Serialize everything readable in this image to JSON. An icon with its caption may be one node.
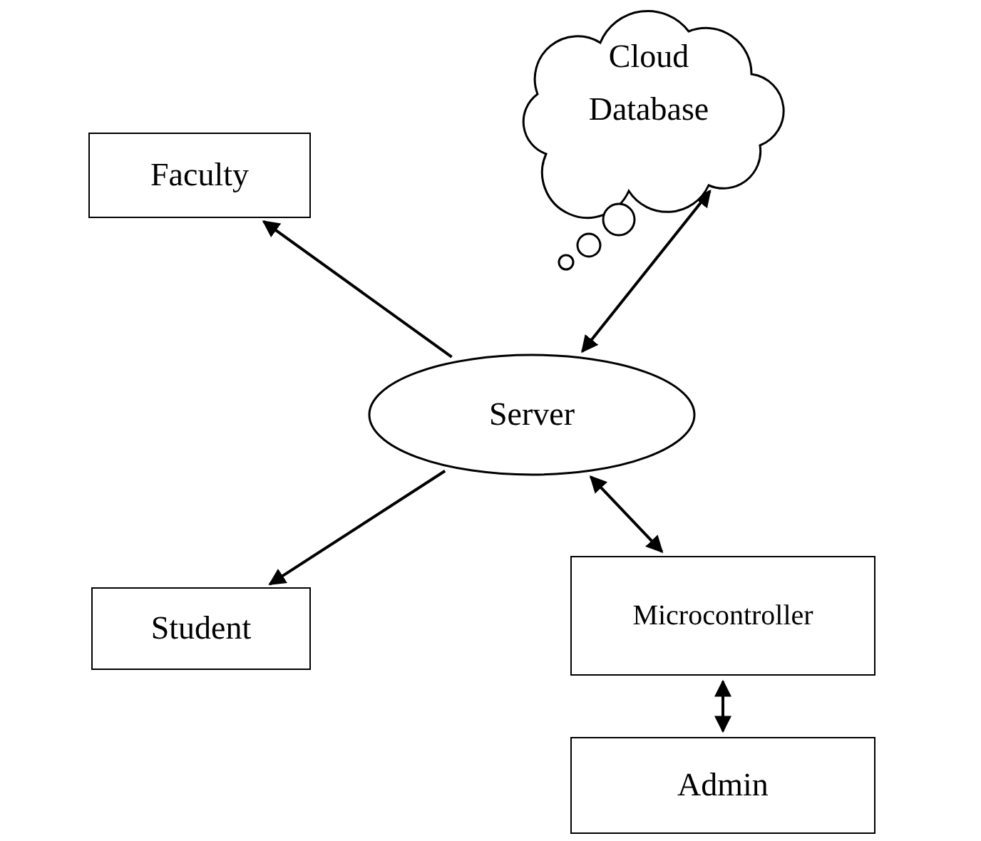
{
  "diagram": {
    "nodes": [
      {
        "text": [
          "Cloud Database"
        ]
      },
      {
        "text": [
          "Faculty"
        ]
      },
      {
        "text": [
          "Server"
        ]
      },
      {
        "text": [
          "Student"
        ]
      },
      {
        "text": [
          "Microcontroller"
        ]
      },
      {
        "text": [
          "Admin"
        ]
      }
    ],
    "edges": [
      {
        "from": 2,
        "to": 1,
        "arrow": "to"
      },
      {
        "from": 2,
        "to": 3,
        "arrow": "to"
      },
      {
        "from": 2,
        "to": 0,
        "arrow": "both"
      },
      {
        "from": 2,
        "to": 4,
        "arrow": "both"
      },
      {
        "from": 4,
        "to": 5,
        "arrow": "both"
      }
    ]
  }
}
